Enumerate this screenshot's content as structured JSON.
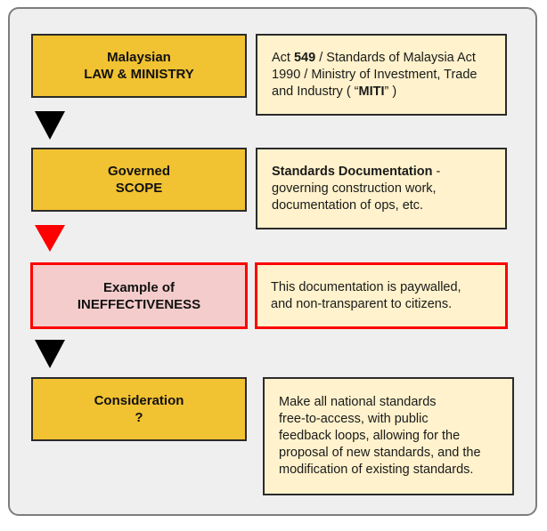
{
  "steps": [
    {
      "label_line1": "Malaysian",
      "label_line2": "LAW & MINISTRY",
      "detail": {
        "line1_pre": "Act ",
        "line1_bold": "549",
        "line1_post": " / Standards of Malaysia Act",
        "line2": "1990 / Ministry of Investment, Trade",
        "line3_pre": "and Industry ( “",
        "line3_bold": "MITI",
        "line3_post": "” )"
      }
    },
    {
      "label_line1": "Governed",
      "label_line2": "SCOPE",
      "detail": {
        "line1_bold": "Standards Documentation",
        "line1_post": " -",
        "line2": "governing construction work,",
        "line3": "documentation of ops, etc."
      }
    },
    {
      "label_line1": "Example of",
      "label_line2": "INEFFECTIVENESS",
      "detail": {
        "line1": "This documentation is paywalled,",
        "line2": "and non-transparent to citizens."
      }
    },
    {
      "label_line1": "Consideration",
      "label_line2": "?",
      "detail": {
        "line1": "Make all national standards",
        "line2": "free-to-access, with public",
        "line3": "feedback loops, allowing for the",
        "line4": "proposal of new standards, and the",
        "line5": "modification of existing standards."
      }
    }
  ],
  "colors": {
    "step_fill": "#f1c232",
    "detail_fill": "#fff2cc",
    "warning_fill": "#f4cccc",
    "warning_border": "#ff0000",
    "arrow_default": "#000000",
    "arrow_warning": "#ff0000"
  },
  "icons": [
    "down-arrow-icon",
    "down-arrow-icon-red",
    "down-arrow-icon"
  ]
}
